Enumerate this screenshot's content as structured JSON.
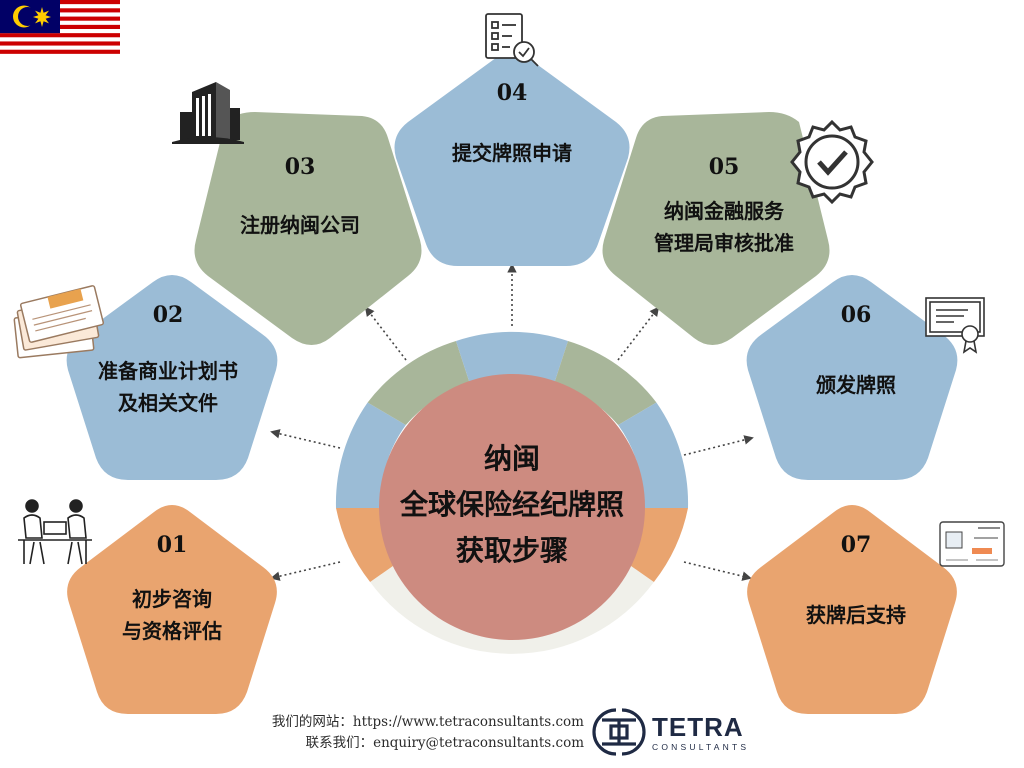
{
  "center": {
    "title_lines": [
      "纳闽",
      "全球保险经纪牌照",
      "获取步骤"
    ]
  },
  "steps": [
    {
      "num": "01",
      "lines": [
        "初步咨询",
        "与资格评估"
      ],
      "color": "#E9A46F",
      "icon": "meeting-people-icon"
    },
    {
      "num": "02",
      "lines": [
        "准备商业计划书",
        "及相关文件"
      ],
      "color": "#9BBCD6",
      "icon": "documents-stack-icon"
    },
    {
      "num": "03",
      "lines": [
        "注册纳闽公司"
      ],
      "color": "#A8B69A",
      "icon": "office-building-icon"
    },
    {
      "num": "04",
      "lines": [
        "提交牌照申请"
      ],
      "color": "#9BBCD6",
      "icon": "checklist-search-icon"
    },
    {
      "num": "05",
      "lines": [
        "纳闽金融服务",
        "管理局审核批准"
      ],
      "color": "#A8B69A",
      "icon": "approval-badge-icon"
    },
    {
      "num": "06",
      "lines": [
        "颁发牌照"
      ],
      "color": "#9BBCD6",
      "icon": "certificate-icon"
    },
    {
      "num": "07",
      "lines": [
        "获牌后支持"
      ],
      "color": "#E9A46F",
      "icon": "license-card-icon"
    }
  ],
  "footer": {
    "website_label": "我们的网站：https://www.tetraconsultants.com",
    "contact_label": "联系我们：enquiry@tetraconsultants.com"
  },
  "logo": {
    "name": "TETRA",
    "sub": "CONSULTANTS",
    "color": "#1F2A44"
  },
  "colors": {
    "orange": "#E9A46F",
    "blue": "#9BBCD6",
    "green": "#A8B69A",
    "center": "#CD8B80",
    "ring_bottom": "#F0F0EA",
    "text": "#111111"
  }
}
